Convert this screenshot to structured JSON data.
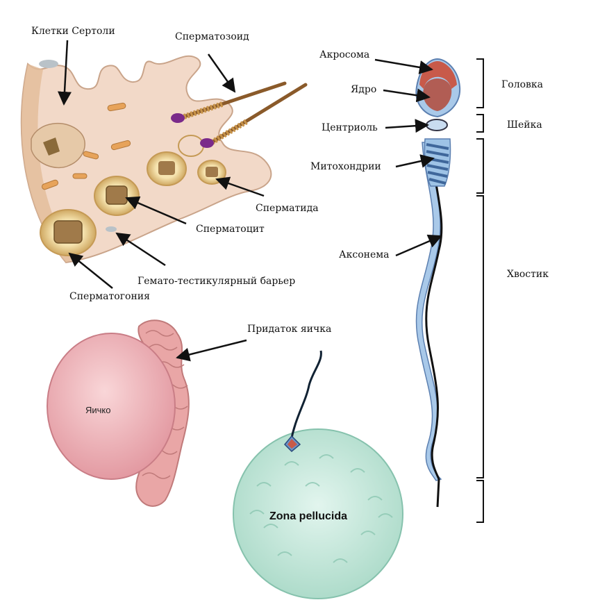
{
  "labels": {
    "sertoli": "Клетки Сертоли",
    "spermatozoid": "Сперматозоид",
    "spermatid": "Сперматида",
    "spermatocyte": "Сперматоцит",
    "btb": "Гемато-тестикулярный барьер",
    "spermatogonia": "Сперматогония",
    "epididymis": "Придаток яичка",
    "testis": "Яичко",
    "zona": "Zona pellucida",
    "acrosome": "Акросома",
    "nucleus": "Ядро",
    "centriole": "Центриоль",
    "mitochondria": "Митохондрии",
    "axoneme": "Аксонема",
    "head": "Головка",
    "neck": "Шейка",
    "tail": "Хвостик"
  },
  "colors": {
    "tissue": "#f2d9c8",
    "tissue_edge": "#c9a48a",
    "cell_ring": "#e8cf8e",
    "cell_core": "#a07a4a",
    "testis": "#f0b3b8",
    "epididymis": "#e9a6a6",
    "egg": "#bfe6d8",
    "sperm_blue": "#9ec3e6",
    "acrosome_red": "#c85a4a",
    "arrow": "#111111"
  }
}
